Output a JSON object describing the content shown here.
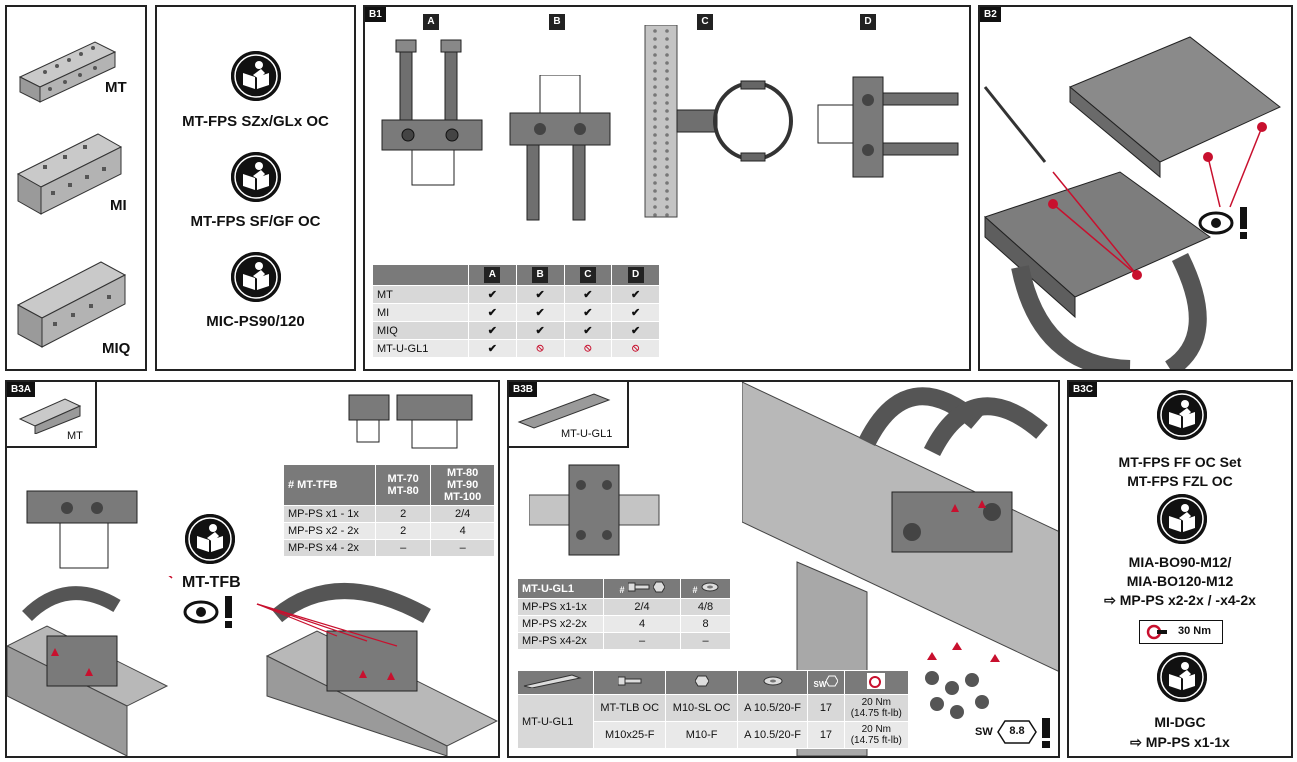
{
  "profiles": {
    "mt": "MT",
    "mi": "MI",
    "miq": "MIQ"
  },
  "manuals": {
    "m1": "MT-FPS SZx/GLx OC",
    "m2": "MT-FPS SF/GF OC",
    "m3": "MIC-PS90/120"
  },
  "b1": {
    "tag": "B1",
    "variants": [
      "A",
      "B",
      "C",
      "D"
    ],
    "table": {
      "headers": [
        "A",
        "B",
        "C",
        "D"
      ],
      "rows": [
        {
          "label": "MT",
          "cells": [
            "✔",
            "✔",
            "✔",
            "✔"
          ]
        },
        {
          "label": "MI",
          "cells": [
            "✔",
            "✔",
            "✔",
            "✔"
          ]
        },
        {
          "label": "MIQ",
          "cells": [
            "✔",
            "✔",
            "✔",
            "✔"
          ]
        },
        {
          "label": "MT-U-GL1",
          "cells": [
            "✔",
            "⦸",
            "⦸",
            "⦸"
          ]
        }
      ]
    }
  },
  "b2": {
    "tag": "B2"
  },
  "b3a": {
    "tag": "B3A",
    "profile_label": "MT",
    "manual": "MT-TFB",
    "table": {
      "col1": "# MT-TFB",
      "col2": "MT-70\nMT-80",
      "col3": "MT-80\nMT-90\nMT-100",
      "rows": [
        [
          "MP-PS x1 - 1x",
          "2",
          "2/4"
        ],
        [
          "MP-PS x2 - 2x",
          "2",
          "4"
        ],
        [
          "MP-PS x4 - 2x",
          "–",
          "–"
        ]
      ]
    }
  },
  "b3b": {
    "tag": "B3B",
    "profile_label": "MT-U-GL1",
    "table1": {
      "col1": "MT-U-GL1",
      "hash1": "#",
      "hash2": "#",
      "rows": [
        [
          "MP-PS x1-1x",
          "2/4",
          "4/8"
        ],
        [
          "MP-PS x2-2x",
          "4",
          "8"
        ],
        [
          "MP-PS x4-2x",
          "–",
          "–"
        ]
      ]
    },
    "table2": {
      "row_label": "MT-U-GL1",
      "sw_header": "SW",
      "rows": [
        [
          "MT-TLB OC",
          "M10-SL OC",
          "A 10.5/20-F",
          "17",
          "20 Nm",
          "(14.75 ft-lb)"
        ],
        [
          "M10x25-F",
          "M10-F",
          "A 10.5/20-F",
          "17",
          "20 Nm",
          "(14.75 ft-lb)"
        ]
      ]
    },
    "sw_label": "SW",
    "sw_value": "8.8"
  },
  "b3c": {
    "tag": "B3C",
    "line1": "MT-FPS FF OC Set",
    "line2": "MT-FPS FZL OC",
    "line3": "MIA-BO90-M12/",
    "line4": "MIA-BO120-M12",
    "line5": "⇨ MP-PS x2-2x / -x4-2x",
    "torque": "30 Nm",
    "line6": "MI-DGC",
    "line7": "⇨ MP-PS x1-1x"
  },
  "colors": {
    "accent_red": "#c8102e",
    "steel": "#6b6b6b",
    "steel_light": "#b5b5b5"
  }
}
